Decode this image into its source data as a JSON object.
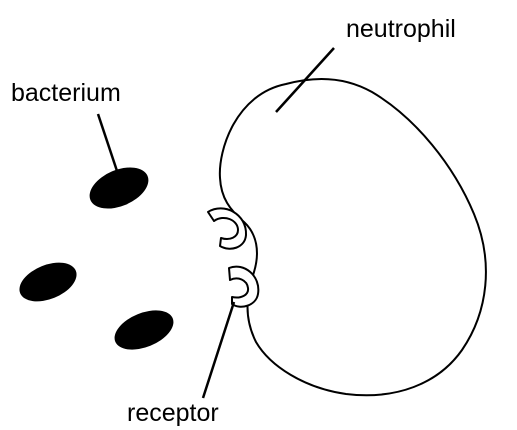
{
  "labels": {
    "neutrophil": "neutrophil",
    "bacterium": "bacterium",
    "receptor": "receptor"
  },
  "bacteria_count": 3,
  "receptor_count": 2,
  "colors": {
    "ink": "#000000",
    "background": "#ffffff"
  }
}
